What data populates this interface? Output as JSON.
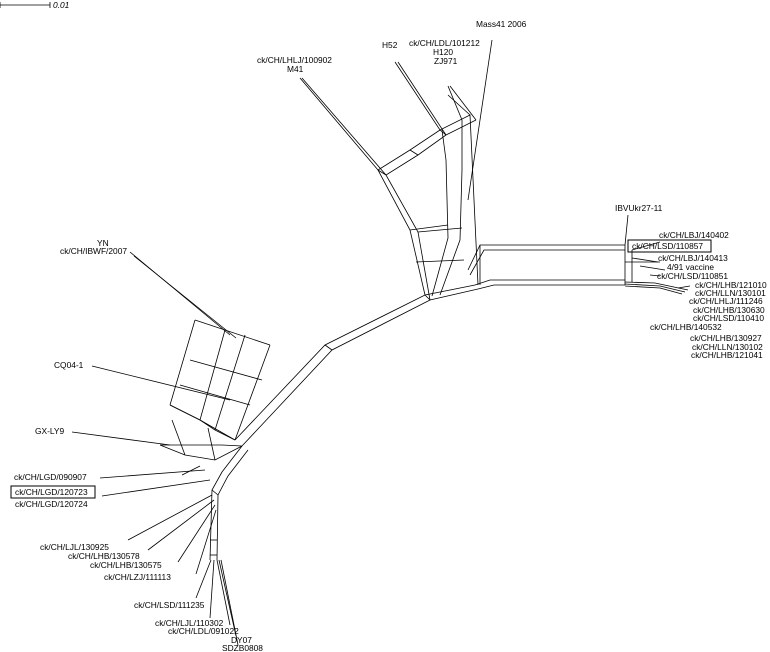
{
  "diagram": {
    "type": "phylogenetic-network",
    "scale_bar": {
      "label": "0.01"
    },
    "highlighted_taxa": [
      "ck/CH/LSD/110857",
      "ck/CH/LGD/120723"
    ],
    "clades": {
      "mass": {
        "taxa": {
          "mass41_2006": "Mass41 2006",
          "h52": "H52",
          "ldl101212": "ck/CH/LDL/101212",
          "h120": "H120",
          "zj971": "ZJ971",
          "lhlj100902": "ck/CH/LHLJ/100902",
          "m41": "M41"
        }
      },
      "qx_4_91": {
        "taxa": {
          "ibvukr27_11": "IBVUkr27-11",
          "lbj140402": "ck/CH/LBJ/140402",
          "lsd110857": "ck/CH/LSD/110857",
          "lbj140413": "ck/CH/LBJ/140413",
          "vaccine_4_91": "4/91 vaccine",
          "lsd110851": "ck/CH/LSD/110851",
          "lhb121010": "ck/CH/LHB/121010",
          "lln130101": "ck/CH/LLN/130101",
          "lhlj111246": "ck/CH/LHLJ/111246",
          "lhb130630": "ck/CH/LHB/130630",
          "lsd110410": "ck/CH/LSD/110410",
          "lhb140532": "ck/CH/LHB/140532",
          "lhb130927": "ck/CH/LHB/130927",
          "lln130102": "ck/CH/LLN/130102",
          "lhb121041": "ck/CH/LHB/121041"
        }
      },
      "other": {
        "taxa": {
          "yn": "YN",
          "ibwf2007": "ck/CH/IBWF/2007",
          "cq04_1": "CQ04-1",
          "gx_ly9": "GX-LY9",
          "lgd090907": "ck/CH/LGD/090907",
          "lgd120723": "ck/CH/LGD/120723",
          "lgd120724": "ck/CH/LGD/120724",
          "ljl130925": "ck/CH/LJL/130925",
          "lhb130578": "ck/CH/LHB/130578",
          "lhb130575": "ck/CH/LHB/130575",
          "lzj111113": "ck/CH/LZJ/111113",
          "lsd111235": "ck/CH/LSD/111235",
          "ljl110302": "ck/CH/LJL/110302",
          "ldl091022": "ck/CH/LDL/091022",
          "dy07": "DY07",
          "sdzb0808": "SDZB0808"
        }
      }
    }
  }
}
